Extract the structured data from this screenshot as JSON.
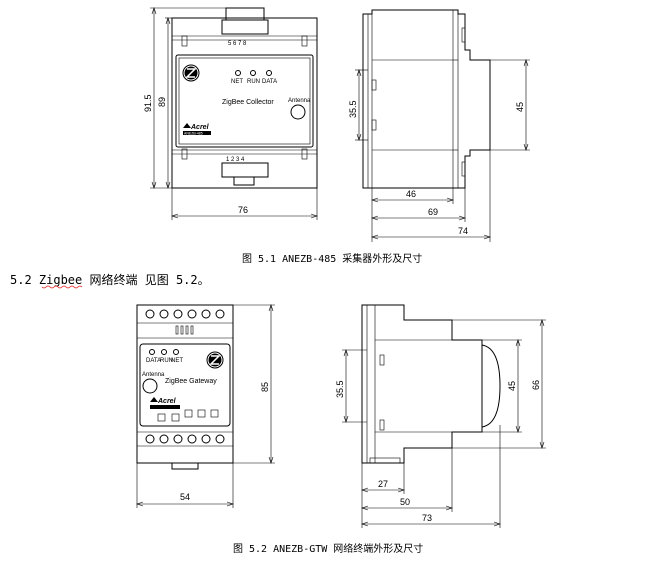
{
  "fig1": {
    "caption": "图 5.1 ANEZB-485 采集器外形及尺寸",
    "top_terminals": "5 6 7 8",
    "bottom_terminals": "1 2 3 4",
    "led_labels": [
      "NET",
      "RUN",
      "DATA"
    ],
    "device_name": "ZigBee Collector",
    "antenna_label": "Antenna",
    "brand": "Acrel",
    "model_tag": "ANEZB-485",
    "dims": {
      "height_overall": "91.5",
      "height_body": "89",
      "width_front": "76",
      "side_height": "35.5",
      "side_height_right": "45",
      "depth_1": "46",
      "depth_2": "69",
      "depth_3": "74"
    }
  },
  "section": {
    "heading_prefix": "5.2 ",
    "heading_word": "Zigbee",
    "heading_rest": " 网络终端 见图 5.2。"
  },
  "fig2": {
    "caption": "图 5.2 ANEZB-GTW 网络终端外形及尺寸",
    "led_labels": [
      "DATA",
      "RUN",
      "NET"
    ],
    "device_name": "ZigBee Gateway",
    "antenna_label": "Antenna",
    "brand": "Acrel",
    "dims": {
      "height_front": "85",
      "width_front": "54",
      "side_height": "35.5",
      "side_height_inner": "45",
      "side_height_outer": "66",
      "depth_1": "27",
      "depth_2": "50",
      "depth_3": "73"
    }
  }
}
